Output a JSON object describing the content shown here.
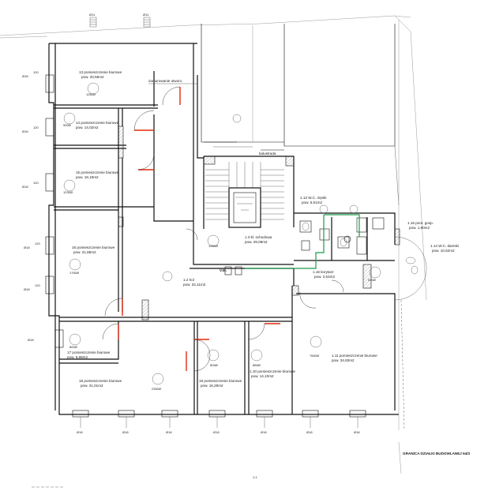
{
  "rooms": [
    {
      "id": "r13",
      "label": "13 pomieszczenie biurowe",
      "area": "pow. 20,55m2"
    },
    {
      "id": "r14",
      "label": "14 pomieszczenie biurowe",
      "area": "pow. 14,02m2"
    },
    {
      "id": "r15",
      "label": "15 pomieszczenie biurowe",
      "area": "pow. 19,19m2"
    },
    {
      "id": "r16",
      "label": "16 pomieszczenie biurowe",
      "area": "pow. 21,85m2"
    },
    {
      "id": "r17",
      "label": "17 pomieszczenie biurowe",
      "area": "pow. 6,88m2"
    },
    {
      "id": "r18",
      "label": "18 pomieszczenie biurowe",
      "area": "pow. 21,01m2"
    },
    {
      "id": "r19",
      "label": "19 pomieszczenie biurowe",
      "area": "pow. 16,28m2"
    },
    {
      "id": "r110",
      "label": "1.10 pomieszczenie biurowe",
      "area": "pow. 14,10m2"
    },
    {
      "id": "r111",
      "label": "1.11 pomieszczenie biurowe",
      "area": "pow. 34,93m2"
    },
    {
      "id": "r12",
      "label": "1.2 hol",
      "area": "pow. 34,11m2"
    },
    {
      "id": "r13k",
      "label": "1.3 kl. schodowa",
      "area": "pow. 29,09m2"
    },
    {
      "id": "r113",
      "label": "1.13 W.C. męski",
      "area": "pow. 5,51m2"
    },
    {
      "id": "r114",
      "label": "1.14 W.C. damski",
      "area": "pow. 10,52m2"
    },
    {
      "id": "r115",
      "label": "1.15 pom. gosp.",
      "area": "pow. 1,90m2"
    },
    {
      "id": "r116",
      "label": "1.16 korytarz",
      "area": "pow. 2,54m2"
    }
  ],
  "notes": {
    "zamurowanie": "zamurowanie otworu",
    "balustrade": "balustrada",
    "granica": "GRANICA DZIAŁKI BUDOWLANEJ 64/3",
    "scale": "1:1",
    "vm": "V.M."
  },
  "window_tag": "Ø18",
  "sill_tag": "120",
  "chimney_tag": "Ø11",
  "dim_tags": [
    "1280Ø",
    "900Ø",
    "1230Ø",
    "1760Ø",
    "800Ø",
    "2350Ø",
    "805Ø",
    "1250Ø",
    "885Ø",
    "7650Ø",
    "540Ø"
  ],
  "colors": {
    "wall": "#111111",
    "door_marker": "#e02a10",
    "pipe": "#1a9b4a"
  }
}
